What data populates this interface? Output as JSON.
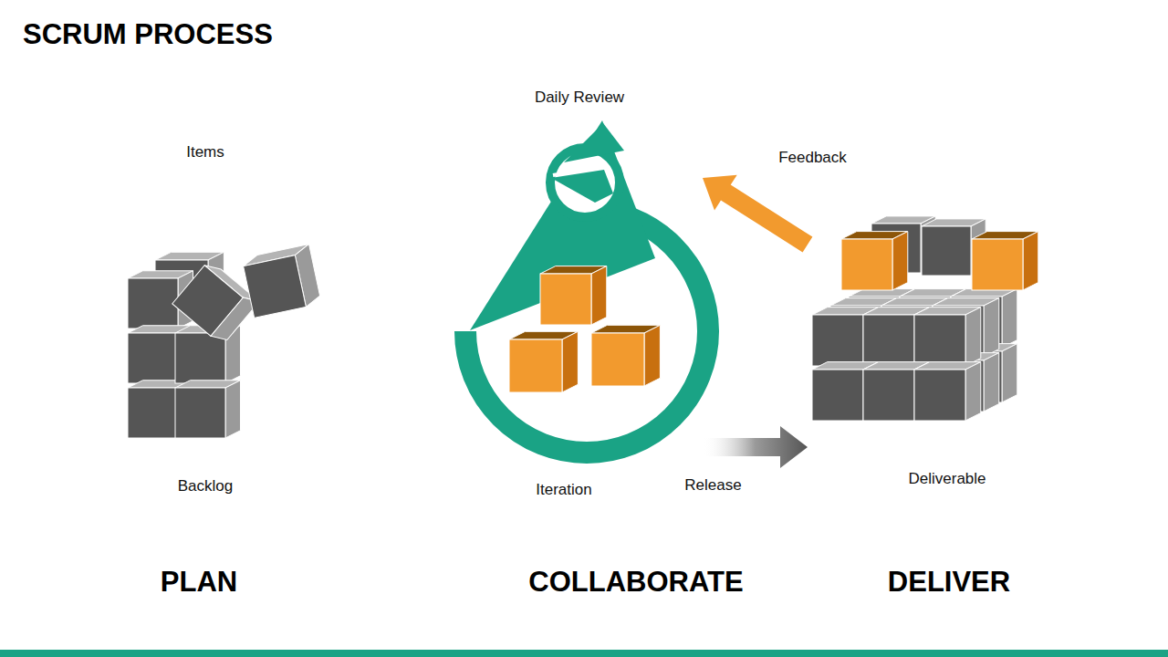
{
  "diagram": {
    "title": "SCRUM PROCESS",
    "nodes": [
      {
        "text": [
          "Items",
          "Backlog"
        ]
      },
      {
        "text": [
          "Daily Review",
          "Iteration"
        ]
      },
      {
        "text": [
          "Deliverable"
        ]
      }
    ],
    "edges": [
      {
        "from": 1,
        "to": 2,
        "arrow": "to",
        "label": "Release"
      },
      {
        "from": 2,
        "to": 1,
        "arrow": "to",
        "label": "Feedback"
      }
    ],
    "labels": [
      "PLAN",
      "COLLABORATE",
      "DELIVER"
    ]
  }
}
